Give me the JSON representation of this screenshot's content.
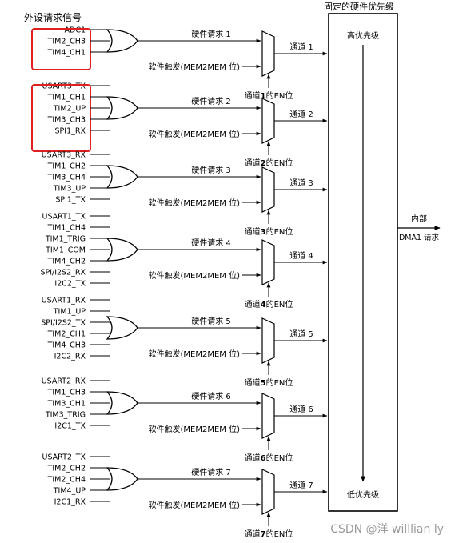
{
  "header": {
    "left_title": "外设请求信号",
    "right_title": "固定的硬件优先级"
  },
  "priority": {
    "high": "高优先级",
    "low": "低优先级"
  },
  "output": {
    "label": "内部",
    "sublabel": "DMA1 请求"
  },
  "channels": [
    {
      "signals": [
        "ADC1",
        "TIM2_CH3",
        "TIM4_CH1"
      ],
      "highlighted": true,
      "hw_request": "硬件请求 1",
      "sw_trigger": "软件触发(MEM2MEM 位)",
      "channel_label": "通道 1",
      "en_prefix": "通道",
      "en_num": "1",
      "en_suffix": "的EN位"
    },
    {
      "signals": [
        "USART3_TX",
        "TIM1_CH1",
        "TIM2_UP",
        "TIM3_CH3",
        "SPI1_RX"
      ],
      "highlighted": true,
      "hw_request": "硬件请求 2",
      "sw_trigger": "软件触发(MEM2MEM 位)",
      "channel_label": "通道 2",
      "en_prefix": "通道",
      "en_num": "2",
      "en_suffix": "的EN位"
    },
    {
      "signals": [
        "USART3_RX",
        "TIM1_CH2",
        "TIM3_CH4",
        "TIM3_UP",
        "SPI1_TX"
      ],
      "highlighted": false,
      "hw_request": "硬件请求 3",
      "sw_trigger": "软件触发(MEM2MEM 位)",
      "channel_label": "通道 3",
      "en_prefix": "通道",
      "en_num": "3",
      "en_suffix": "的EN位"
    },
    {
      "signals": [
        "USART1_TX",
        "TIM1_CH4",
        "TIM1_TRIG",
        "TIM1_COM",
        "TIM4_CH2",
        "SPI/I2S2_RX",
        "I2C2_TX"
      ],
      "highlighted": false,
      "hw_request": "硬件请求 4",
      "sw_trigger": "软件触发(MEM2MEM 位)",
      "channel_label": "通道 4",
      "en_prefix": "通道",
      "en_num": "4",
      "en_suffix": "的EN位"
    },
    {
      "signals": [
        "USART1_RX",
        "TIM1_UP",
        "SPI/I2S2_TX",
        "TIM2_CH1",
        "TIM4_CH3",
        "I2C2_RX"
      ],
      "highlighted": false,
      "hw_request": "硬件请求 5",
      "sw_trigger": "软件触发(MEM2MEM 位)",
      "channel_label": "通道 5",
      "en_prefix": "通道",
      "en_num": "5",
      "en_suffix": "的EN位"
    },
    {
      "signals": [
        "USART2_RX",
        "TIM1_CH3",
        "TIM3_CH1",
        "TIM3_TRIG",
        "I2C1_TX"
      ],
      "highlighted": false,
      "hw_request": "硬件请求 6",
      "sw_trigger": "软件触发(MEM2MEM 位)",
      "channel_label": "通道 6",
      "en_prefix": "通道",
      "en_num": "6",
      "en_suffix": "的EN位"
    },
    {
      "signals": [
        "USART2_TX",
        "TIM2_CH2",
        "TIM2_CH4",
        "TIM4_UP",
        "I2C1_RX"
      ],
      "highlighted": false,
      "hw_request": "硬件请求 7",
      "sw_trigger": "软件触发(MEM2MEM 位)",
      "channel_label": "通道 7",
      "en_prefix": "通道",
      "en_num": "7",
      "en_suffix": "的EN位"
    }
  ],
  "colors": {
    "line": "#000000",
    "highlight_box": "#e02020",
    "watermark": "#9a9a9a"
  },
  "watermark": "CSDN @洋 willlian ly"
}
